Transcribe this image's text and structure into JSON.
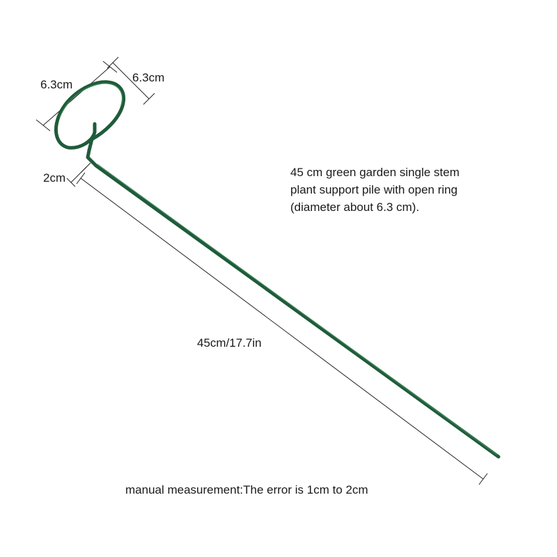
{
  "product": {
    "color": "#1f5b3a",
    "highlight": "#3f8a5c",
    "dimension_line_color": "#222222"
  },
  "labels": {
    "ring_width": "6.3cm",
    "ring_height": "6.3cm",
    "offset": "2cm",
    "length": "45cm/17.7in"
  },
  "description": {
    "lines": [
      "45 cm green garden single stem",
      "plant support pile with open ring",
      "(diameter about 6.3 cm)."
    ]
  },
  "note": "manual measurement:The error is 1cm to 2cm"
}
